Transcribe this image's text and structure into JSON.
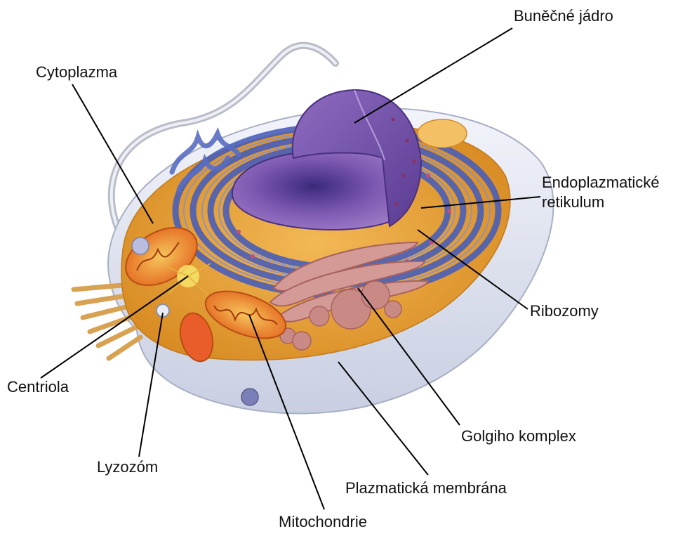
{
  "labels": {
    "nucleus": "Buněčné jádro",
    "cytoplasm": "Cytoplazma",
    "er_line1": "Endoplazmatické",
    "er_line2": "retikulum",
    "ribosomes": "Ribozomy",
    "centriole": "Centriola",
    "golgi": "Golgiho komplex",
    "lysosome": "Lyzozóm",
    "membrane": "Plazmatická membrána",
    "mitochondria": "Mitochondrie"
  },
  "colors": {
    "cytoplasm": "#e8a23a",
    "nucleus": "#7a4fa8",
    "er": "#4a5fb8",
    "golgi": "#c98a86",
    "mitochondria": "#e8702a",
    "membrane": "#dfe3ef",
    "leader_line": "#000000"
  }
}
